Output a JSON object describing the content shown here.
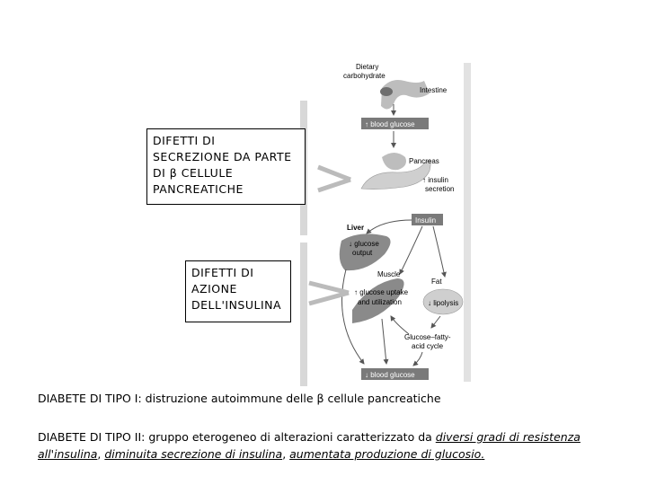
{
  "diagram": {
    "labels": {
      "dietary_carbohydrate": [
        "Dietary",
        "carbohydrate"
      ],
      "intestine": "Intestine",
      "blood_glucose_top": "↑ blood glucose",
      "pancreas": "Pancreas",
      "insulin_secretion": [
        "↑ insulin",
        "secretion"
      ],
      "insulin": "Insulin",
      "liver": "Liver",
      "glucose_output": [
        "↓ glucose",
        "output"
      ],
      "muscle": "Muscle",
      "fat": "Fat",
      "glucose_uptake": [
        "↑ glucose uptake",
        "and utilization"
      ],
      "lipolysis": "↓ lipolysis",
      "glucose_fatty_acid_cycle": [
        "Glucose–fatty-",
        "acid cycle"
      ],
      "blood_glucose_bottom": "↓ blood glucose"
    },
    "colors": {
      "organ": "#8a8a8a",
      "organ_light": "#cfcfcf",
      "label_box": "#7a7a7a",
      "bar": "#d8d8d8"
    }
  },
  "box1": {
    "lines": [
      "DIFETTI DI",
      "SECREZIONE DA PARTE",
      "DI β CELLULE",
      "PANCREATICHE"
    ]
  },
  "box2": {
    "lines": [
      "DIFETTI DI",
      "AZIONE",
      "DELL'INSULINA"
    ]
  },
  "captions": {
    "tipo1": "DIABETE DI TIPO I: distruzione autoimmune delle β cellule pancreatiche",
    "tipo2_prefix": "DIABETE DI TIPO II: gruppo eterogeneo di alterazioni caratterizzato da ",
    "tipo2_u1": "diversi gradi di resistenza",
    "tipo2_u2": "all'insulina",
    "sep1": ", ",
    "tipo2_u3": "diminuita secrezione di insulina",
    "sep2": ", ",
    "tipo2_u4": "aumentata produzione di glucosio",
    "end": "."
  }
}
